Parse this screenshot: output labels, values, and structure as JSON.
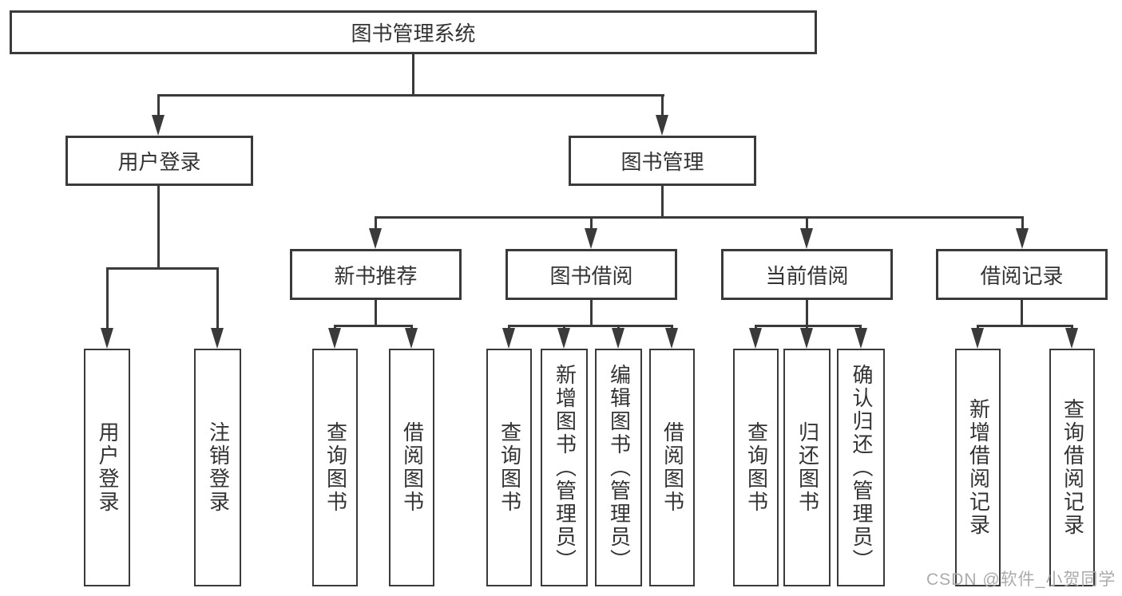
{
  "colors": {
    "line": "#3a3a3a",
    "text": "#333333",
    "watermark": "#ababab",
    "bg": "#ffffff"
  },
  "root": {
    "label": "图书管理系统"
  },
  "branches": [
    {
      "label": "用户登录",
      "children": [
        {
          "label": "用户登录"
        },
        {
          "label": "注销登录"
        }
      ]
    },
    {
      "label": "图书管理",
      "groups": [
        {
          "label": "新书推荐",
          "children": [
            {
              "label": "查询图书"
            },
            {
              "label": "借阅图书"
            }
          ]
        },
        {
          "label": "图书借阅",
          "children": [
            {
              "label": "查询图书"
            },
            {
              "label": "新增图书（管理员）"
            },
            {
              "label": "编辑图书（管理员）"
            },
            {
              "label": "借阅图书"
            }
          ]
        },
        {
          "label": "当前借阅",
          "children": [
            {
              "label": "查询图书"
            },
            {
              "label": "归还图书"
            },
            {
              "label": "确认归还（管理员）"
            }
          ]
        },
        {
          "label": "借阅记录",
          "children": [
            {
              "label": "新增借阅记录"
            },
            {
              "label": "查询借阅记录"
            }
          ]
        }
      ]
    }
  ],
  "watermark": {
    "text": "CSDN @软件_小贺同学"
  }
}
